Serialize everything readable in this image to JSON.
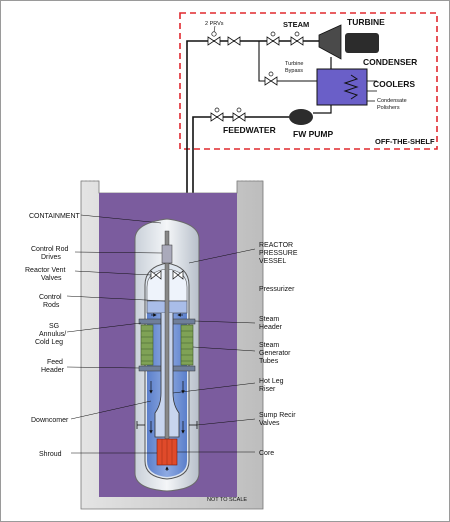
{
  "otherside": {
    "prvs": "2 PRVs",
    "steam": "STEAM",
    "turbine": "TURBINE",
    "turbine_bypass": [
      "Turbine",
      "Bypass"
    ],
    "condenser": "CONDENSER",
    "coolers": "COOLERS",
    "condensate_polishers": [
      "Condensate",
      "Polishers"
    ],
    "feedwater": "FEEDWATER",
    "fw_pump": "FW PUMP",
    "off_the_shelf": "OFF-THE-SHELF"
  },
  "left_labels": {
    "containment": "CONTAINMENT",
    "control_rod_drives": [
      "Control Rod",
      "Drives"
    ],
    "reactor_vent_valves": [
      "Reactor Vent",
      "Valves"
    ],
    "control_rods": [
      "Control",
      "Rods"
    ],
    "sg_annulus": [
      "SG",
      "Annulus/",
      "Cold Leg"
    ],
    "feed_header": [
      "Feed",
      "Header"
    ],
    "downcomer": "Downcomer",
    "shroud": "Shroud"
  },
  "right_labels": {
    "rpv": [
      "REACTOR",
      "PRESSURE",
      "VESSEL"
    ],
    "pressurizer": "Pressurizer",
    "steam_header": [
      "Steam",
      "Header"
    ],
    "sg_tubes": [
      "Steam",
      "Generator",
      "Tubes"
    ],
    "hot_leg_riser": [
      "Hot Leg",
      "Riser"
    ],
    "sump_recir_valves": [
      "Sump Recir",
      "Valves"
    ],
    "core": "Core"
  },
  "footer": {
    "not_to_scale": "NOT TO SCALE"
  },
  "colors": {
    "dashed_border": "#e0282e",
    "containment_pool": "#7b5c9e",
    "pit_wall": "#c8c8c8",
    "coolant": "#6f8fd0",
    "core": "#e04a2a",
    "condenser": "#6a5fc8",
    "sg_coils": "#7fa256"
  }
}
